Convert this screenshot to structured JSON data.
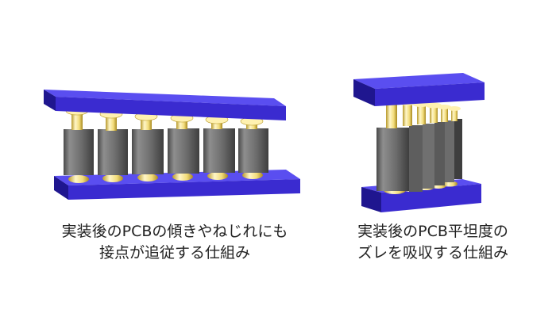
{
  "captions": {
    "left_line1": "実装後のPCBの傾きやねじれにも",
    "left_line2": "接点が追従する仕組み",
    "right_line1": "実装後のPCB平坦度の",
    "right_line2": "ズレを吸収する仕組み"
  },
  "colors": {
    "board_face": "#3a2bd0",
    "board_top": "#5a4ef0",
    "board_side": "#1f168f",
    "pin_light": "#fff6c8",
    "pin_mid": "#f2dc7a",
    "pin_dark": "#b89a2c",
    "housing_face": "#6c6c6c",
    "housing_light": "#8e8e8e",
    "housing_dark": "#3e3e3e"
  }
}
